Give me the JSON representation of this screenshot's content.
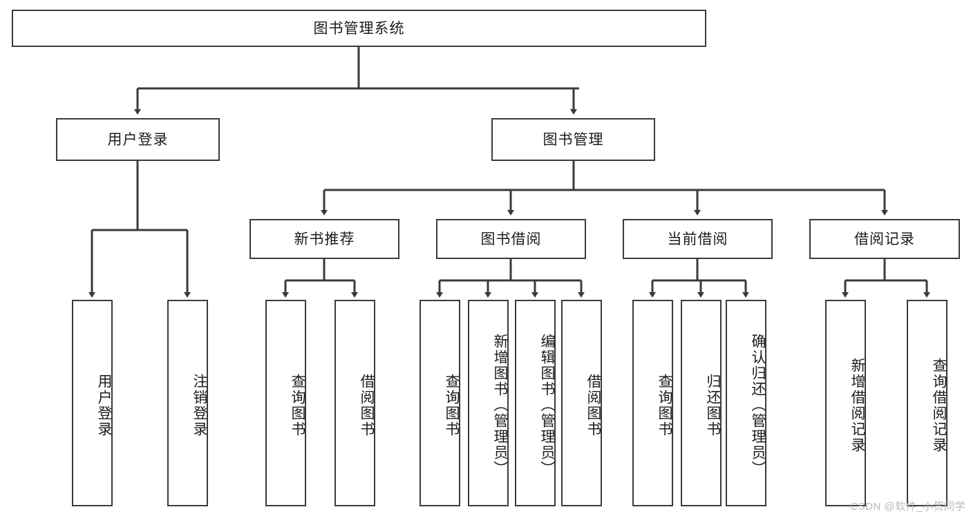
{
  "diagram": {
    "type": "tree-hierarchy-diagram",
    "title": "图书管理系统",
    "style": {
      "box_border_color": "#3a3a3a",
      "box_fill_color": "#ffffff",
      "connector_color": "#3a3a3a",
      "text_color": "#1c1c1c",
      "background": "#ffffff"
    },
    "levels": {
      "root": {
        "label": "图书管理系统"
      },
      "level2": [
        {
          "id": "user-login",
          "label": "用户登录"
        },
        {
          "id": "book-management",
          "label": "图书管理"
        }
      ],
      "level3": [
        {
          "id": "new-book-recommend",
          "label": "新书推荐",
          "parent": "book-management"
        },
        {
          "id": "book-borrow",
          "label": "图书借阅",
          "parent": "book-management"
        },
        {
          "id": "current-borrow",
          "label": "当前借阅",
          "parent": "book-management"
        },
        {
          "id": "borrow-record",
          "label": "借阅记录",
          "parent": "book-management"
        }
      ],
      "leaves": [
        {
          "id": "leaf-user-login",
          "label": "用户登录",
          "parent": "user-login"
        },
        {
          "id": "leaf-logout-login",
          "label": "注销登录",
          "parent": "user-login"
        },
        {
          "id": "leaf-query-book-1",
          "label": "查询图书",
          "parent": "new-book-recommend"
        },
        {
          "id": "leaf-borrow-book-1",
          "label": "借阅图书",
          "parent": "new-book-recommend"
        },
        {
          "id": "leaf-query-book-2",
          "label": "查询图书",
          "parent": "book-borrow"
        },
        {
          "id": "leaf-add-book",
          "label": "新增图书（管理员）",
          "parent": "book-borrow"
        },
        {
          "id": "leaf-edit-book",
          "label": "编辑图书（管理员）",
          "parent": "book-borrow"
        },
        {
          "id": "leaf-borrow-book-2",
          "label": "借阅图书",
          "parent": "book-borrow"
        },
        {
          "id": "leaf-query-book-3",
          "label": "查询图书",
          "parent": "current-borrow"
        },
        {
          "id": "leaf-return-book",
          "label": "归还图书",
          "parent": "current-borrow"
        },
        {
          "id": "leaf-confirm-return",
          "label": "确认归还（管理员）",
          "parent": "current-borrow"
        },
        {
          "id": "leaf-add-record",
          "label": "新增借阅记录",
          "parent": "borrow-record"
        },
        {
          "id": "leaf-query-record",
          "label": "查询借阅记录",
          "parent": "borrow-record"
        }
      ]
    }
  },
  "watermark": {
    "text": "CSDN @软件_小贺同学"
  }
}
